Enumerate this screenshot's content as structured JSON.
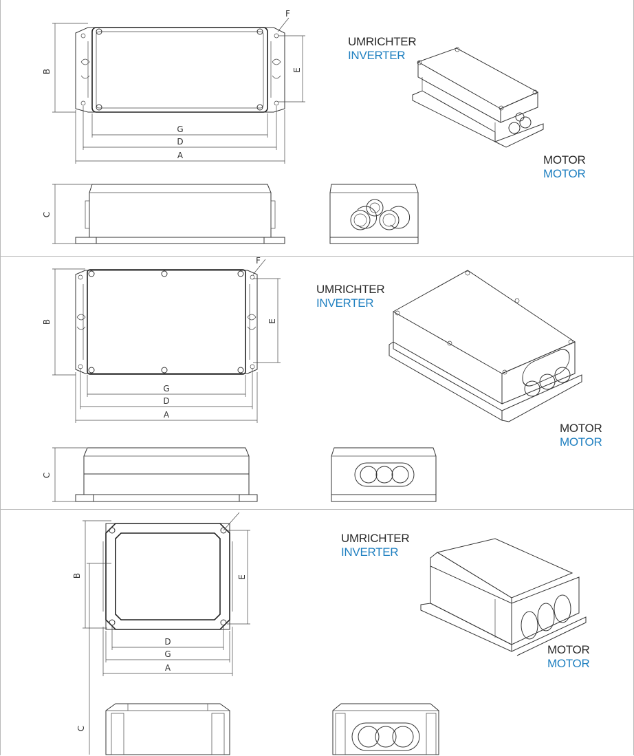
{
  "panels": [
    {
      "dims": {
        "a": "A",
        "b": "B",
        "c": "C",
        "d": "D",
        "e": "E",
        "f": "F",
        "g": "G"
      },
      "label_top": {
        "de": "UMRICHTER",
        "en": "INVERTER"
      },
      "label_bottom": {
        "de": "MOTOR",
        "en": "MOTOR"
      }
    },
    {
      "dims": {
        "a": "A",
        "b": "B",
        "c": "C",
        "d": "D",
        "e": "E",
        "f": "F",
        "g": "G"
      },
      "label_top": {
        "de": "UMRICHTER",
        "en": "INVERTER"
      },
      "label_bottom": {
        "de": "MOTOR",
        "en": "MOTOR"
      }
    },
    {
      "dims": {
        "a": "A",
        "b": "B",
        "c": "C",
        "d": "D",
        "e": "E",
        "g": "G"
      },
      "label_top": {
        "de": "UMRICHTER",
        "en": "INVERTER"
      },
      "label_bottom": {
        "de": "MOTOR",
        "en": "MOTOR"
      }
    }
  ],
  "colors": {
    "german_label": "#2a2a2a",
    "english_label": "#1e7fc0",
    "line": "#333333",
    "border": "#b8b8b8"
  }
}
